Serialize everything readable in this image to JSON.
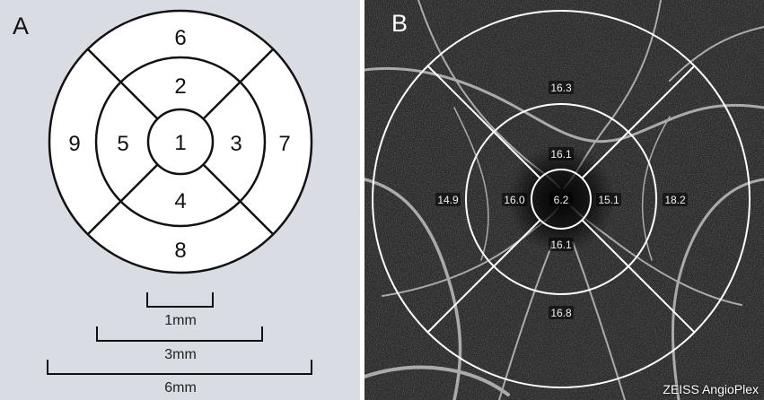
{
  "panel_a": {
    "letter": "A",
    "segments": [
      "1",
      "2",
      "3",
      "4",
      "5",
      "6",
      "7",
      "8",
      "9"
    ],
    "scale_labels": [
      "1mm",
      "3mm",
      "6mm"
    ]
  },
  "panel_b": {
    "letter": "B",
    "values": [
      "6.2",
      "16.1",
      "15.1",
      "16.1",
      "16.0",
      "16.3",
      "18.2",
      "16.8",
      "14.9"
    ],
    "watermark": "ZEISS AngioPlex"
  }
}
